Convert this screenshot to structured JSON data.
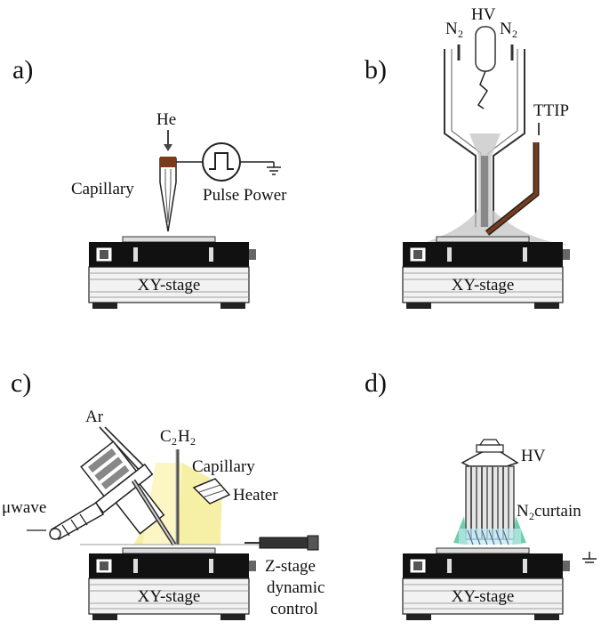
{
  "panels": {
    "a": {
      "letter": "a)",
      "gas": "He",
      "capillary": "Capillary",
      "power": "Pulse Power",
      "stage": "XY-stage"
    },
    "b": {
      "letter": "b)",
      "hv": "HV",
      "n2_left": "N",
      "n2_left_sub": "2",
      "n2_right": "N",
      "n2_right_sub": "2",
      "precursor": "TTIP",
      "stage": "XY-stage"
    },
    "c": {
      "letter": "c)",
      "gas": "Ar",
      "precursor_c": "C",
      "precursor_sub1": "2",
      "precursor_h": "H",
      "precursor_sub2": "2",
      "capillary": "Capillary",
      "heater": "Heater",
      "microwave": "μwave",
      "zstage_1": "Z-stage",
      "zstage_2": "dynamic",
      "zstage_3": "control",
      "stage": "XY-stage"
    },
    "d": {
      "letter": "d)",
      "hv": "HV",
      "curtain_n": "N",
      "curtain_sub": "2",
      "curtain_rest": " curtain",
      "stage": "XY-stage"
    }
  },
  "colors": {
    "ink": "#111111",
    "copper": "#7a3b1a",
    "glow_yellow": "#f6f0a6",
    "curtain_green": "#3fbf8a",
    "plasma_gray": "#bdbdbd"
  }
}
